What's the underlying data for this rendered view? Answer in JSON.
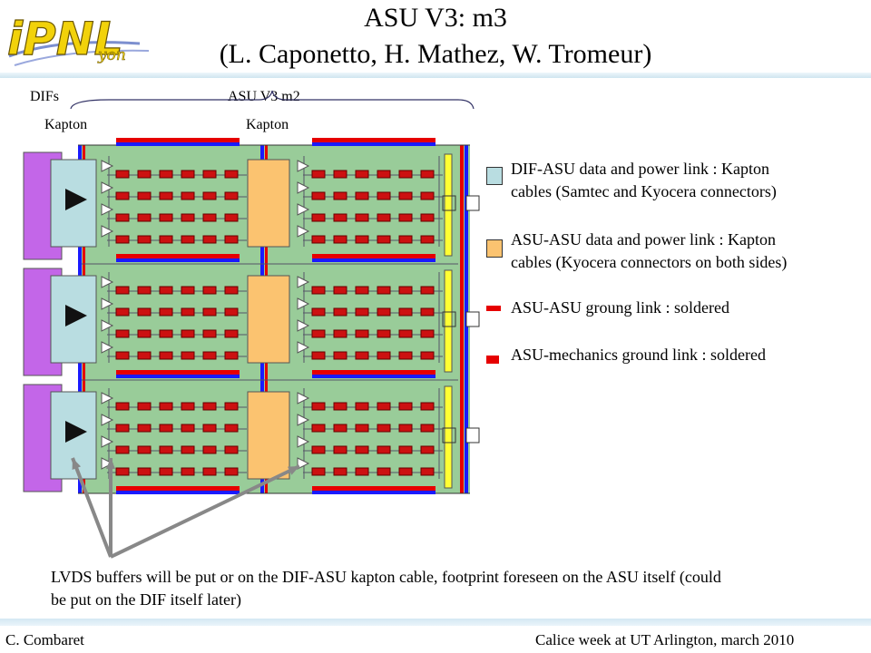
{
  "title": {
    "line1": "ASU V3: m3",
    "line2": "(L. Caponetto, H. Mathez, W. Tromeur)"
  },
  "logo": {
    "text_main": "IPNL",
    "text_sub": "yon"
  },
  "labels": {
    "difs": "DIFs",
    "asu": "ASU V3 m2",
    "kapton_left": "Kapton",
    "kapton_right": "Kapton"
  },
  "legend": [
    {
      "color": "#b9dde1",
      "icon": "light-blue-square-icon",
      "line1": "DIF-ASU data  and power link : Kapton",
      "line2": "cables (Samtec and Kyocera connectors)"
    },
    {
      "color": "#fbc370",
      "icon": "orange-square-icon",
      "line1": "ASU-ASU data and power link : Kapton",
      "line2": "cables (Kyocera connectors on both sides)"
    },
    {
      "color": "#e60000",
      "icon": "red-bar-icon",
      "line1": "ASU-ASU groung link : soldered",
      "line2": ""
    },
    {
      "color": "#e60000",
      "icon": "red-bar-icon",
      "line1": "ASU-mechanics ground link : soldered",
      "line2": ""
    }
  ],
  "note": {
    "line1": "LVDS buffers will be put or on the DIF-ASU kapton cable, footprint foreseen on the ASU itself (could",
    "line2": "be put on the DIF itself later)"
  },
  "footer": {
    "author": "C. Combaret",
    "event": "Calice week at UT Arlington, march 2010"
  },
  "colors": {
    "dif": "#c366e8",
    "kapton_dif": "#b9dde1",
    "kapton_asu": "#fbc370",
    "board": "#99cc99",
    "chip": "#cc1111",
    "ground": "#e60000",
    "rail_blue": "#1a1aff",
    "yellow": "#ffff33",
    "arrow": "#888888"
  }
}
